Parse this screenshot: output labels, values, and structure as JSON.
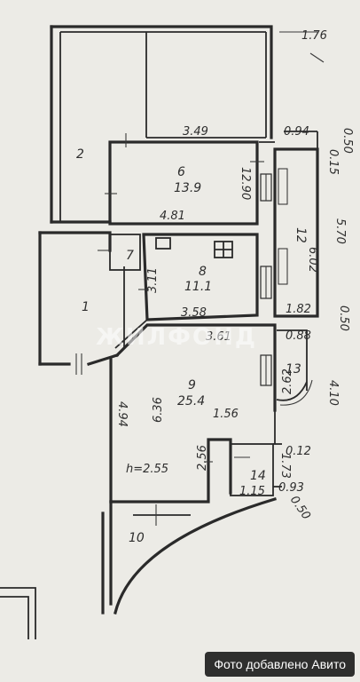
{
  "rooms": {
    "r1": {
      "label": "1"
    },
    "r2": {
      "label": "2"
    },
    "r6": {
      "label": "6",
      "area": "13.9",
      "width": "4.81",
      "top": "3.49",
      "side": "12.90"
    },
    "r7": {
      "label": "7"
    },
    "r8": {
      "label": "8",
      "area": "11.1",
      "width": "3.58",
      "side": "3.11"
    },
    "r9": {
      "label": "9",
      "area": "25.4",
      "top": "3.61",
      "side": "6.36",
      "side2": "4.94",
      "small": "1.56"
    },
    "r10": {
      "label": "10"
    },
    "r12": {
      "label": "12",
      "area": "6.02"
    },
    "r13": {
      "label": "13",
      "dim": "2.62"
    },
    "r14": {
      "label": "14",
      "width": "1.15",
      "side": "1.73"
    }
  },
  "dimensions": {
    "top_right": "1.76",
    "d_050a": "0.50",
    "d_050b": "0.50",
    "d_050c": "0.50",
    "d_570": "5.70",
    "d_410": "4.10",
    "d_182": "1.82",
    "d_088": "0.88",
    "d_094": "0.94",
    "d_012": "0.12",
    "d_093": "0.93",
    "d_015": "0.15",
    "d_256": "2.56",
    "height": "h=2.55"
  },
  "watermark": "ЖИЛФОНД",
  "badge": "Фото добавлено Авито"
}
